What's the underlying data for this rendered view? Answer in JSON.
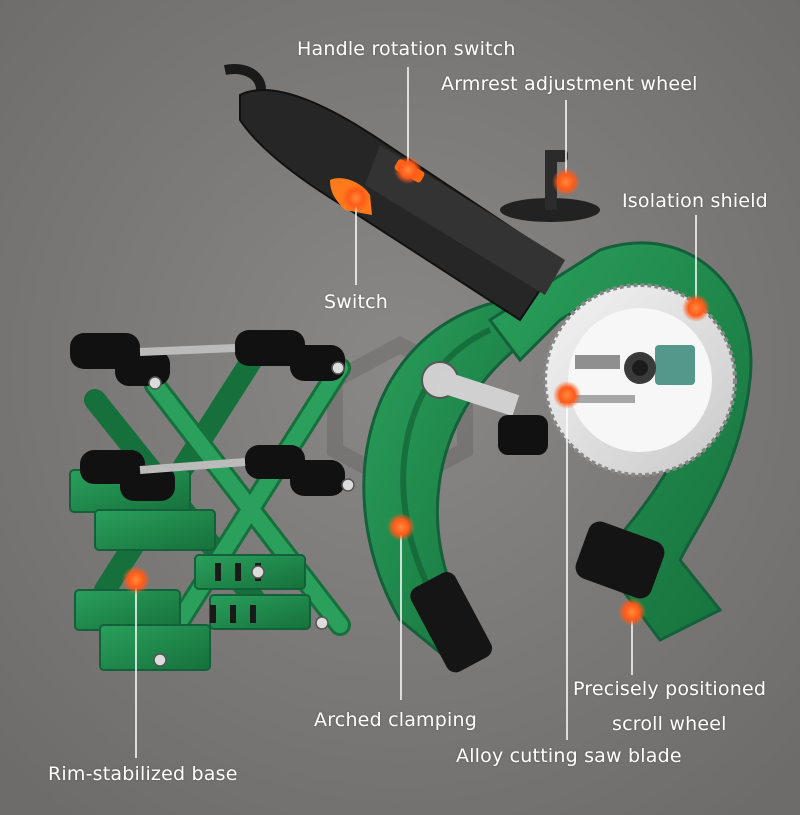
{
  "labels": {
    "handle_rotation_switch": "Handle rotation switch",
    "armrest_adjustment_wheel": "Armrest adjustment wheel",
    "isolation_shield": "Isolation shield",
    "switch": "Switch",
    "arched_clamping": "Arched clamping",
    "rim_stabilized_base": "Rim-stabilized base",
    "precisely_positioned_line1": "Precisely positioned",
    "precisely_positioned_line2": "scroll wheel",
    "alloy_cutting_saw_blade": "Alloy cutting saw blade"
  },
  "colors": {
    "background": "#7d7b79",
    "machine_green": "#1f8a4c",
    "marker_orange": "#ff5a1a",
    "leader_line": "#ffffff"
  }
}
